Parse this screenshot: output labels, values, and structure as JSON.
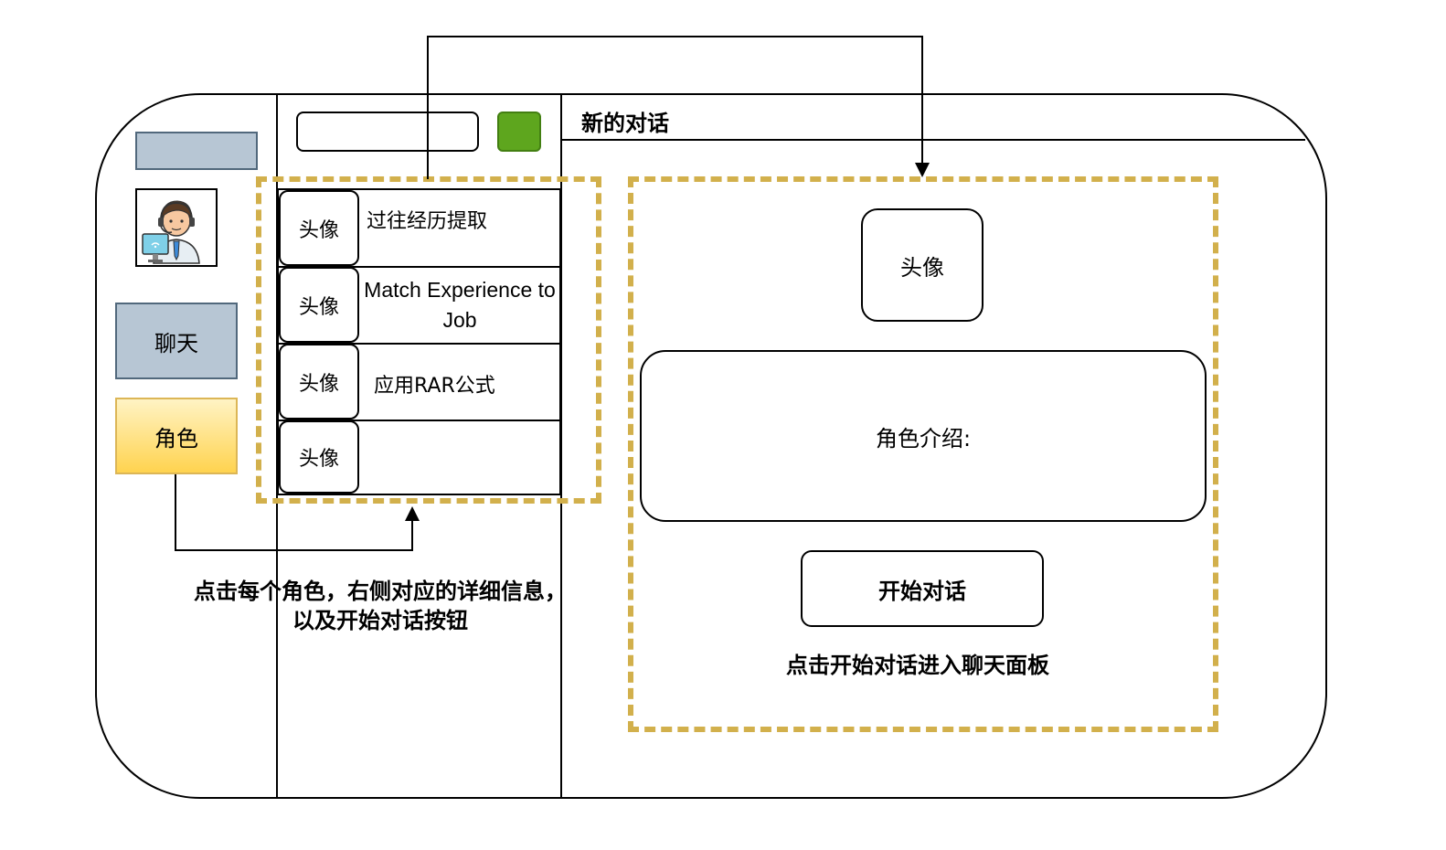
{
  "header": {
    "new_chat_title": "新的对话"
  },
  "sidebar": {
    "nav_chat": "聊天",
    "nav_role": "角色"
  },
  "roles": [
    {
      "avatar": "头像",
      "name": "过往经历提取"
    },
    {
      "avatar": "头像",
      "name": "Match Experience to Job"
    },
    {
      "avatar": "头像",
      "name": "应用RAR公式"
    },
    {
      "avatar": "头像",
      "name": ""
    }
  ],
  "detail": {
    "avatar": "头像",
    "intro": "角色介绍:",
    "start_button": "开始对话",
    "start_note": "点击开始对话进入聊天面板"
  },
  "annotation": {
    "line1": "点击每个角色，右侧对应的详细信息，",
    "line2": "以及开始对话按钮"
  },
  "colors": {
    "dashed_highlight": "#d2b04c",
    "nav_chat_bg": "#b7c6d4",
    "nav_role_gradient_end": "#ffd34f",
    "green_button": "#5ea61e"
  },
  "icons": {
    "avatar_illustration": "customer-service-person-icon"
  }
}
